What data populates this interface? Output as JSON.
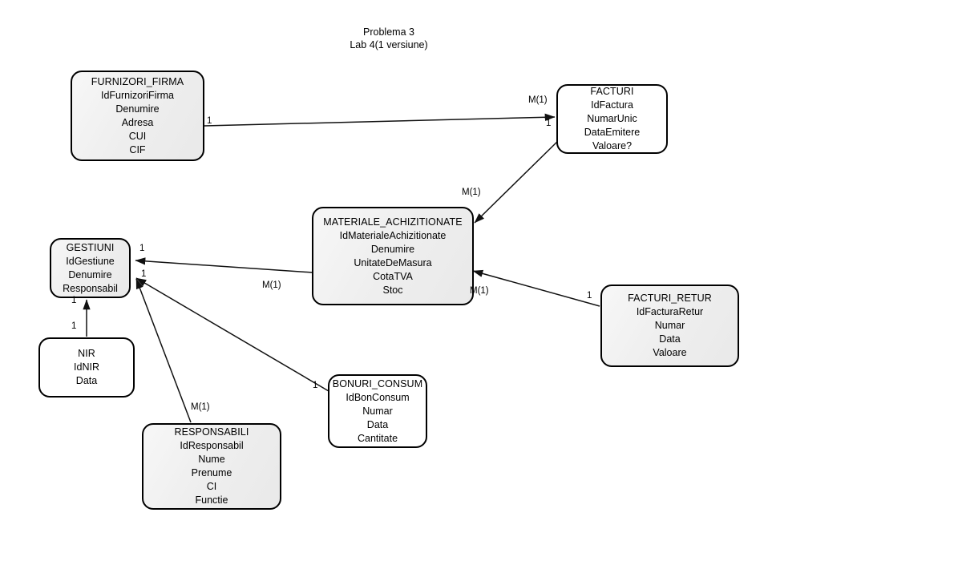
{
  "diagram": {
    "title_line1": "Problema 3",
    "title_line2": "Lab 4(1 versiune)",
    "title": "Problema 3\nLab 4(1 versiune)",
    "background_color": "#ffffff",
    "entity_fill": "#efefef",
    "entity_border": "#000000",
    "type": "entity-relationship-diagram"
  },
  "entities": [
    {
      "id": "furnizori_firma",
      "name": "FURNIZORI_FIRMA",
      "attributes": [
        "IdFurnizoriFirma",
        "Denumire",
        "Adresa",
        "CUI",
        "CIF"
      ]
    },
    {
      "id": "facturi",
      "name": "FACTURI",
      "attributes": [
        "IdFactura",
        "NumarUnic",
        "DataEmitere",
        "Valoare?"
      ]
    },
    {
      "id": "materiale_achizitionate",
      "name": "MATERIALE_ACHIZITIONATE",
      "attributes": [
        "IdMaterialeAchizitionate",
        "Denumire",
        "UnitateDeMasura",
        "CotaTVA",
        "Stoc"
      ]
    },
    {
      "id": "gestiuni",
      "name": "GESTIUNI",
      "attributes": [
        "IdGestiune",
        "Denumire",
        "Responsabil"
      ]
    },
    {
      "id": "facturi_retur",
      "name": "FACTURI_RETUR",
      "attributes": [
        "IdFacturaRetur",
        "Numar",
        "Data",
        "Valoare"
      ]
    },
    {
      "id": "nir",
      "name": "NIR",
      "attributes": [
        "IdNIR",
        "Data"
      ]
    },
    {
      "id": "bonuri_consum",
      "name": "BONURI_CONSUM",
      "attributes": [
        "IdBonConsum",
        "Numar",
        "Data",
        "Cantitate"
      ]
    },
    {
      "id": "responsabili",
      "name": "RESPONSABILI",
      "attributes": [
        "IdResponsabil",
        "Nume",
        "Prenume",
        "CI",
        "Functie"
      ]
    }
  ],
  "relationships": [
    {
      "id": "rel-furnizori-facturi",
      "from": "FURNIZORI_FIRMA",
      "to": "FACTURI",
      "from_cardinality": "1",
      "to_cardinality": "M(1)"
    },
    {
      "id": "rel-facturi-materiale",
      "from": "FACTURI",
      "to": "MATERIALE_ACHIZITIONATE",
      "from_cardinality": "1",
      "to_cardinality": "M(1)"
    },
    {
      "id": "rel-facturiretur-materiale",
      "from": "FACTURI_RETUR",
      "to": "MATERIALE_ACHIZITIONATE",
      "from_cardinality": "1",
      "to_cardinality": "M(1)"
    },
    {
      "id": "rel-materiale-gestiuni",
      "from": "MATERIALE_ACHIZITIONATE",
      "to": "GESTIUNI",
      "from_cardinality": "M(1)",
      "to_cardinality": "1"
    },
    {
      "id": "rel-nir-gestiuni",
      "from": "NIR",
      "to": "GESTIUNI",
      "from_cardinality": "1",
      "to_cardinality": "1"
    },
    {
      "id": "rel-bonuri-gestiuni",
      "from": "BONURI_CONSUM",
      "to": "GESTIUNI",
      "from_cardinality": "1",
      "to_cardinality": "1"
    },
    {
      "id": "rel-responsabili-gestiuni",
      "from": "RESPONSABILI",
      "to": "GESTIUNI",
      "from_cardinality": "M(1)",
      "to_cardinality": "1"
    }
  ],
  "edge_labels": [
    {
      "id": "lbl-furnizori-1",
      "text": "1"
    },
    {
      "id": "lbl-facturi-m1",
      "text": "M(1)"
    },
    {
      "id": "lbl-facturi-1",
      "text": "1"
    },
    {
      "id": "lbl-materiale-top-m1",
      "text": "M(1)"
    },
    {
      "id": "lbl-materiale-left-m1",
      "text": "M(1)"
    },
    {
      "id": "lbl-materiale-right-m1",
      "text": "M(1)"
    },
    {
      "id": "lbl-facturiretur-1",
      "text": "1"
    },
    {
      "id": "lbl-gestiuni-right-1",
      "text": "1"
    },
    {
      "id": "lbl-gestiuni-right2-1",
      "text": "1"
    },
    {
      "id": "lbl-gestiuni-bottom-1",
      "text": "1"
    },
    {
      "id": "lbl-nir-1",
      "text": "1"
    },
    {
      "id": "lbl-bonuri-1",
      "text": "1"
    },
    {
      "id": "lbl-responsabili-m1",
      "text": "M(1)"
    }
  ]
}
